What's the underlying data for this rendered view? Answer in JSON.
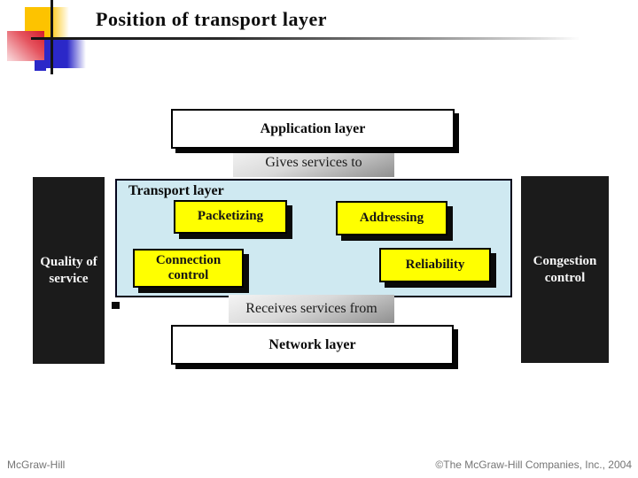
{
  "slide": {
    "title": "Position of transport layer",
    "footer_left": "McGraw-Hill",
    "footer_right": "©The McGraw-Hill Companies, Inc., 2004"
  },
  "diagram": {
    "application_layer": "Application layer",
    "gives_services": "Gives services to",
    "transport_layer": "Transport layer",
    "packetizing": "Packetizing",
    "addressing": "Addressing",
    "connection_control": "Connection control",
    "reliability": "Reliability",
    "quality_of_service": "Quality of service",
    "congestion_control": "Congestion control",
    "receives_services": "Receives services from",
    "network_layer": "Network layer"
  },
  "colors": {
    "service_box_fill": "#ffff00",
    "transport_fill": "#cfe9f1",
    "pillar_fill": "#1b1b1b",
    "deco_yellow": "#fdc300",
    "deco_red": "#d41c2c",
    "deco_blue": "#2b28c8",
    "footer_text": "#757575"
  }
}
